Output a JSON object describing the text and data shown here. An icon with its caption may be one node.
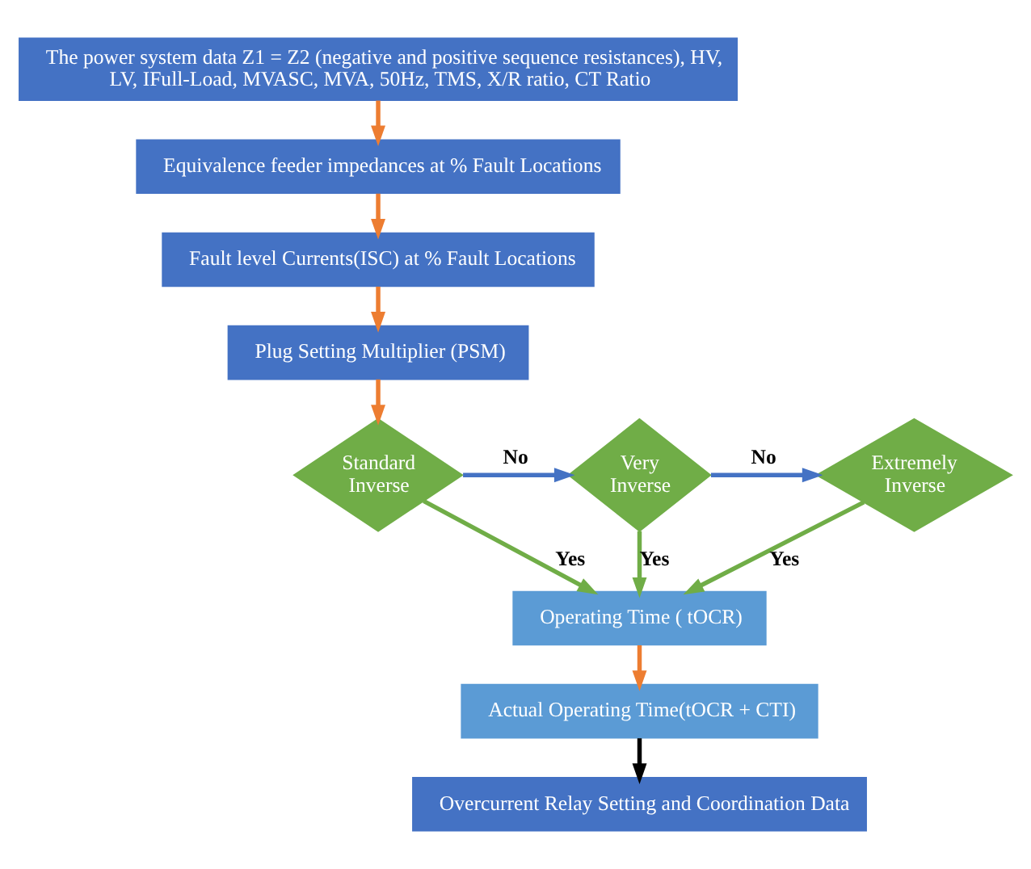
{
  "diagram": {
    "nodes": [
      {
        "text": [
          "The power system data Z1 = Z2 (negative and positive sequence resistances), HV, LV, IFull-Load, MVASC, MVA, 50Hz, TMS, X/R ratio, CT Ratio"
        ]
      },
      {
        "text": [
          "Equivalence feeder impedances at % Fault Locations"
        ]
      },
      {
        "text": [
          "Fault level Currents(ISC) at % Fault Locations"
        ]
      },
      {
        "text": [
          "Plug Setting Multiplier (PSM)"
        ]
      },
      {
        "text": [
          "Standard Inverse"
        ]
      },
      {
        "text": [
          "Very Inverse"
        ]
      },
      {
        "text": [
          "Extremely Inverse"
        ]
      },
      {
        "text": [
          "Operating Time ( tOCR)"
        ]
      },
      {
        "text": [
          "Actual Operating Time(tOCR + CTI)"
        ]
      },
      {
        "text": [
          "Overcurrent Relay Setting and Coordination Data"
        ]
      }
    ],
    "edges": [
      {
        "from": 0,
        "to": 1,
        "arrow": "to"
      },
      {
        "from": 1,
        "to": 2,
        "arrow": "to"
      },
      {
        "from": 2,
        "to": 3,
        "arrow": "to"
      },
      {
        "from": 3,
        "to": 4,
        "arrow": "to"
      },
      {
        "from": 4,
        "to": 5,
        "arrow": "to",
        "label": "No",
        "color": "#4472c4"
      },
      {
        "from": 5,
        "to": 6,
        "arrow": "to",
        "label": "No",
        "color": "#4472c4"
      },
      {
        "from": 4,
        "to": 7,
        "arrow": "to",
        "label": "Yes",
        "color": "#70ad47"
      },
      {
        "from": 5,
        "to": 7,
        "arrow": "to",
        "label": "Yes",
        "color": "#70ad47"
      },
      {
        "from": 6,
        "to": 7,
        "arrow": "to",
        "label": "Yes",
        "color": "#70ad47"
      },
      {
        "from": 7,
        "to": 8,
        "arrow": "to"
      },
      {
        "from": 8,
        "to": 9,
        "arrow": "to",
        "color": "#000000"
      }
    ]
  }
}
